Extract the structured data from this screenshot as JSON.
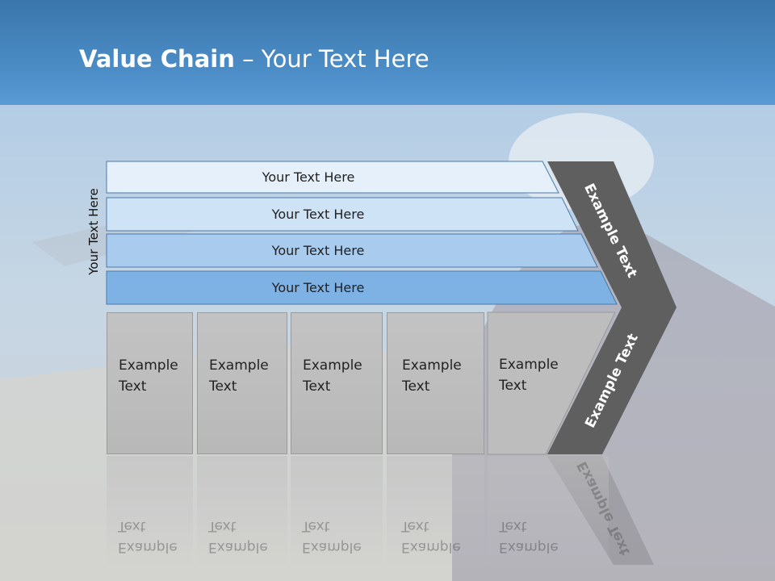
{
  "slide": {
    "title_bold": "Value Chain",
    "title_rest": " – Your Text Here",
    "side_label": "Your Text Here"
  },
  "bands": [
    {
      "label": "Your Text Here",
      "color": "#e6f0fa"
    },
    {
      "label": "Your Text Here",
      "color": "#cfe3f6"
    },
    {
      "label": "Your Text Here",
      "color": "#a9cbee"
    },
    {
      "label": "Your Text Here",
      "color": "#7eb2e4"
    }
  ],
  "boxes": [
    {
      "line1": "Example",
      "line2": "Text"
    },
    {
      "line1": "Example",
      "line2": "Text"
    },
    {
      "line1": "Example",
      "line2": "Text"
    },
    {
      "line1": "Example",
      "line2": "Text"
    },
    {
      "line1": "Example",
      "line2": "Text"
    }
  ],
  "chevron": {
    "upper_label": "Example Text",
    "lower_label": "Example Text",
    "color": "#5f5f5f"
  },
  "colors": {
    "header": "#4a8bc5",
    "band_border": "#4a7aa8"
  }
}
